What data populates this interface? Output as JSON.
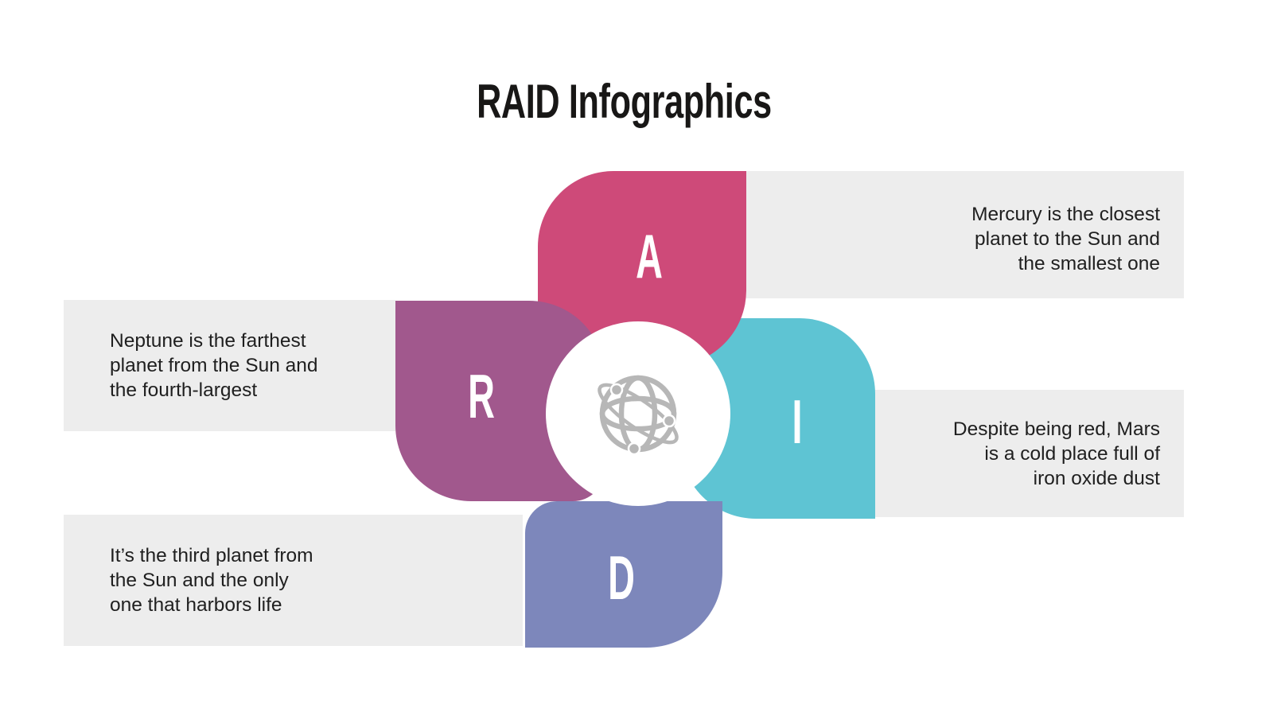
{
  "title": "RAID Infographics",
  "petals": [
    {
      "id": "a",
      "letter": "A",
      "color": "#ce4a79",
      "linked_card": "mercury"
    },
    {
      "id": "r",
      "letter": "R",
      "color": "#a1588d",
      "linked_card": "neptune"
    },
    {
      "id": "i",
      "letter": "I",
      "color": "#5ec4d3",
      "linked_card": "mars"
    },
    {
      "id": "d",
      "letter": "D",
      "color": "#7d87bb",
      "linked_card": "earth"
    }
  ],
  "cards": {
    "mercury": {
      "lines": [
        "Mercury is the closest",
        "planet to the Sun and",
        "the smallest one"
      ],
      "align": "right"
    },
    "neptune": {
      "lines": [
        "Neptune is the farthest",
        "planet from the Sun and",
        "the fourth-largest"
      ],
      "align": "left"
    },
    "mars": {
      "lines": [
        "Despite being red, Mars",
        "is a cold place full of",
        "iron oxide dust"
      ],
      "align": "right"
    },
    "earth": {
      "lines": [
        "It’s the third planet from",
        "the Sun and the only",
        "one that harbors life"
      ],
      "align": "left"
    }
  },
  "center_icon": "globe-network-icon",
  "colors": {
    "card_bg": "#ededed",
    "body_text": "#1f1f1f",
    "title_text": "#181716",
    "globe_gray": "#b7b7b7",
    "background": "#ffffff"
  }
}
